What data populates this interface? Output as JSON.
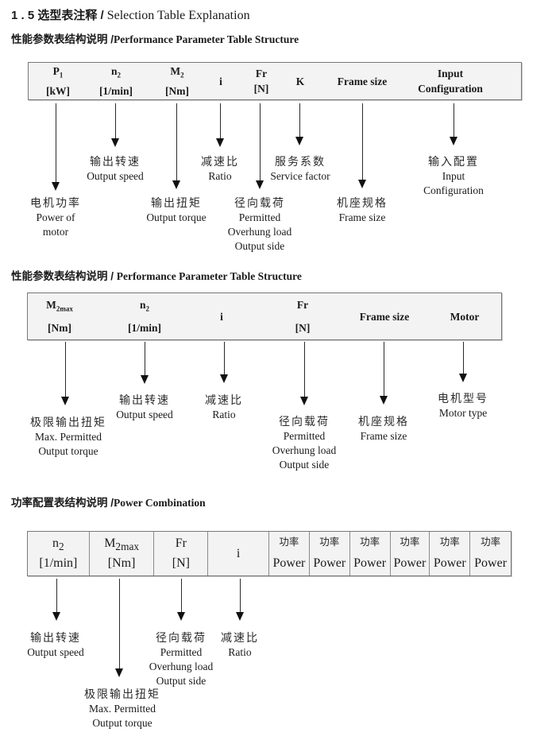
{
  "title": {
    "zh": "1 . 5 选型表注释 /",
    "en": " Selection Table Explanation"
  },
  "s1": {
    "heading_zh": "性能参数表结构说明 /",
    "heading_en": "Performance Parameter Table Structure",
    "cols": [
      {
        "sym": "P",
        "sub": "1",
        "unit": "[kW]"
      },
      {
        "sym": "n",
        "sub": "2",
        "unit": "[1/min]"
      },
      {
        "sym": "M",
        "sub": "2",
        "unit": "[Nm]"
      },
      {
        "sym": "i"
      },
      {
        "sym": "Fr",
        "unit": "[N]"
      },
      {
        "sym": "K"
      },
      {
        "sym": "Frame size"
      },
      {
        "sym": "Input",
        "unit": "Configuration"
      }
    ],
    "callouts": [
      {
        "zh": "电机功率",
        "en1": "Power of",
        "en2": "motor"
      },
      {
        "zh": "输出转速",
        "en1": "Output speed"
      },
      {
        "zh": "输出扭矩",
        "en1": "Output torque"
      },
      {
        "zh": "减速比",
        "en1": "Ratio"
      },
      {
        "zh": "径向载荷",
        "en1": "Permitted",
        "en2": "Overhung load",
        "en3": "Output side"
      },
      {
        "zh": "服务系数",
        "en1": "Service factor"
      },
      {
        "zh": "机座规格",
        "en1": "Frame size"
      },
      {
        "zh": "输入配置",
        "en1": "Input",
        "en2": "Configuration"
      }
    ]
  },
  "s2": {
    "heading_zh": "性能参数表结构说明 / ",
    "heading_en": "Performance Parameter Table Structure",
    "cols": [
      {
        "sym": "M",
        "sub": "2max",
        "unit": "[Nm]"
      },
      {
        "sym": "n",
        "sub": "2",
        "unit": "[1/min]"
      },
      {
        "sym": "i"
      },
      {
        "sym": "Fr",
        "unit": "[N]"
      },
      {
        "sym": "Frame size"
      },
      {
        "sym": "Motor"
      }
    ],
    "callouts": [
      {
        "zh": "极限输出扭矩",
        "en1": "Max. Permitted",
        "en2": "Output  torque"
      },
      {
        "zh": "输出转速",
        "en1": "Output speed"
      },
      {
        "zh": "减速比",
        "en1": "Ratio"
      },
      {
        "zh": "径向载荷",
        "en1": "Permitted",
        "en2": "Overhung load",
        "en3": "Output side"
      },
      {
        "zh": "机座规格",
        "en1": "Frame size"
      },
      {
        "zh": "电机型号",
        "en1": "Motor type"
      }
    ]
  },
  "s3": {
    "heading_zh": "功率配置表结构说明 /",
    "heading_en": "Power Combination",
    "cols": [
      {
        "sym": "n",
        "sub": "2",
        "unit": "[1/min]"
      },
      {
        "sym": "M",
        "sub": "2max",
        "unit": "[Nm]"
      },
      {
        "sym": "Fr",
        "unit": "[N]"
      },
      {
        "sym": "i"
      }
    ],
    "power_cols": [
      {
        "zh": "功率",
        "en": "Power"
      },
      {
        "zh": "功率",
        "en": "Power"
      },
      {
        "zh": "功率",
        "en": "Power"
      },
      {
        "zh": "功率",
        "en": "Power"
      },
      {
        "zh": "功率",
        "en": "Power"
      },
      {
        "zh": "功率",
        "en": "Power"
      }
    ],
    "callouts": [
      {
        "zh": "输出转速",
        "en1": "Output speed"
      },
      {
        "zh": "极限输出扭矩",
        "en1": "Max. Permitted",
        "en2": "Output  torque"
      },
      {
        "zh": "径向载荷",
        "en1": "Permitted",
        "en2": "Overhung load",
        "en3": "Output side"
      },
      {
        "zh": "减速比",
        "en1": "Ratio"
      }
    ]
  }
}
